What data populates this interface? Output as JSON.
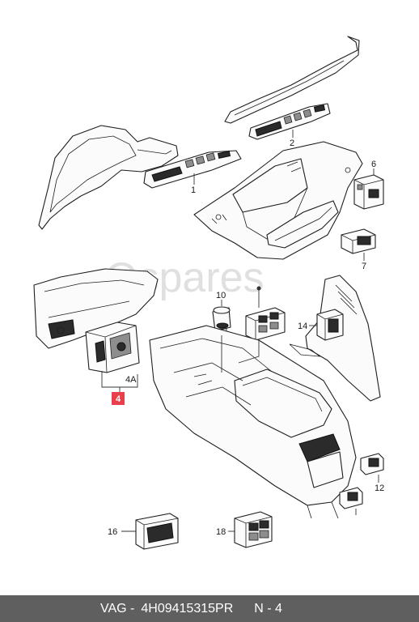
{
  "watermark": "Qspares",
  "callouts": {
    "c1": "1",
    "c2": "2",
    "c4a": "4A",
    "c4": "4",
    "c6": "6",
    "c7": "7",
    "c10": "10",
    "c12": "12",
    "c14": "14",
    "c16": "16",
    "c18": "18"
  },
  "footer": {
    "brand": "VAG -",
    "part_number": "4H09415315PR",
    "page": "N - 4"
  }
}
